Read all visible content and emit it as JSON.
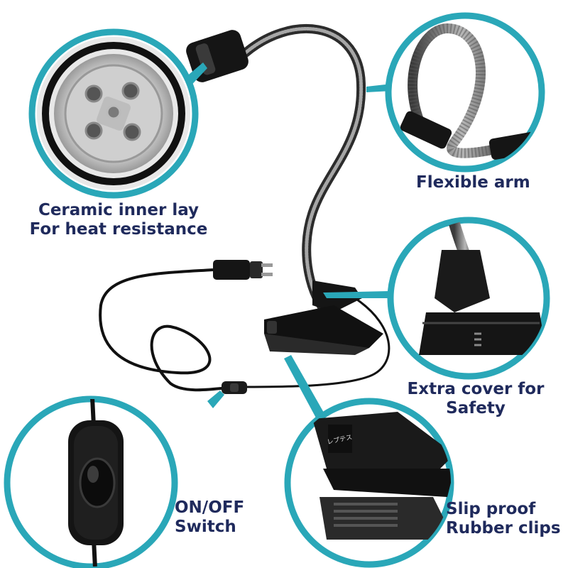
{
  "labels": {
    "ceramic": {
      "line1": "Ceramic inner lay",
      "line2": "For heat resistance"
    },
    "flexible_arm": {
      "line1": "Flexible arm"
    },
    "extra_cover": {
      "line1": "Extra cover for",
      "line2": "Safety"
    },
    "switch": {
      "line1": "ON/OFF",
      "line2": "Switch"
    },
    "clips": {
      "line1": "Slip proof",
      "line2": "Rubber clips"
    },
    "clip_brand": "レプテス"
  },
  "colors": {
    "accent_teal": "#2aa7b8",
    "label_navy": "#1f2a5c",
    "product_black": "#141414",
    "metal_gray": "#8a8a8a"
  }
}
